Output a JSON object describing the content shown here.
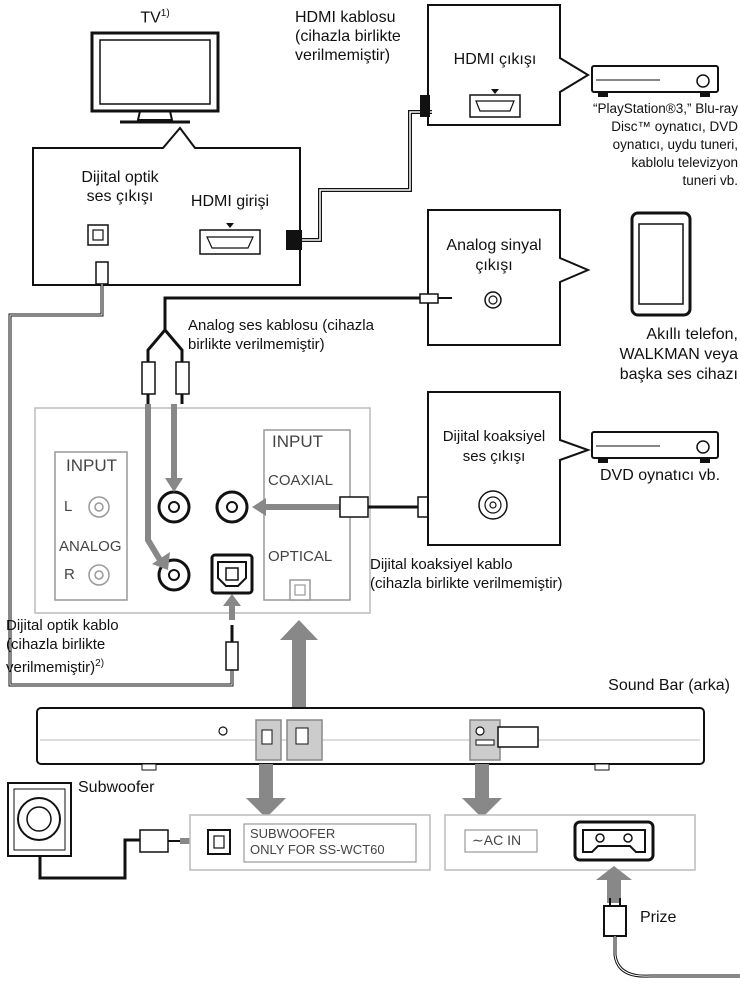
{
  "tv": {
    "title": "TV",
    "title_note": "1)",
    "optical_out": "Dijital optik\nses çıkışı",
    "hdmi_in": "HDMI girişi"
  },
  "hdmi_cable": "HDMI kablosu\n(cihazla birlikte\nverilmemiştir)",
  "hdmi_out": "HDMI çıkışı",
  "player_list": "“PlayStation®3,” Blu-ray\nDisc™ oynatıcı, DVD\noynatıcı, uydu tuneri,\nkablolu televizyon\ntuneri vb.",
  "analog_out": "Analog sinyal\nçıkışı",
  "smartphone": "Akıllı telefon,\nWALKMAN veya\nbaşka ses cihazı",
  "analog_cable": "Analog ses kablosu (cihazla\nbirlikte verilmemiştir)",
  "coax_out": "Dijital koaksiyel\nses çıkışı",
  "dvd_player": "DVD oynatıcı vb.",
  "coax_cable": "Dijital koaksiyel kablo\n(cihazla birlikte verilmemiştir)",
  "optical_cable": "Dijital optik kablo\n(cihazla birlikte\nverilmemiştir)",
  "optical_cable_note": "2)",
  "soundbar": "Sound Bar (arka)",
  "subwoofer": "Subwoofer",
  "prize": "Prize",
  "panel": {
    "input_left": "INPUT",
    "l": "L",
    "analog": "ANALOG",
    "r": "R",
    "input_right": "INPUT",
    "coaxial": "COAXIAL",
    "optical": "OPTICAL",
    "sub_label": "SUBWOOFER\nONLY FOR SS-WCT60",
    "ac_in": "∼AC IN"
  }
}
